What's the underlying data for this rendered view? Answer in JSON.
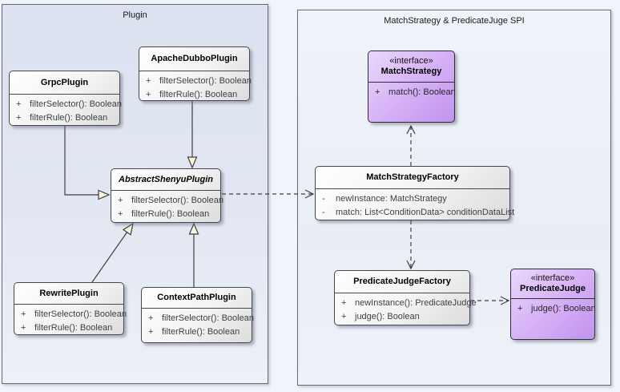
{
  "diagram": {
    "packages": {
      "plugin": {
        "title": "Plugin"
      },
      "spi": {
        "title": "MatchStrategy & PredicateJuge SPI"
      }
    },
    "classes": {
      "grpc": {
        "name": "GrpcPlugin",
        "members": [
          {
            "vis": "+",
            "text": "filterSelector(): Boolean"
          },
          {
            "vis": "+",
            "text": "filterRule(): Boolean"
          }
        ]
      },
      "apache_dubbo": {
        "name": "ApacheDubboPlugin",
        "members": [
          {
            "vis": "+",
            "text": "filterSelector(): Boolean"
          },
          {
            "vis": "+",
            "text": "filterRule(): Boolean"
          }
        ]
      },
      "abstract_shenyu": {
        "name": "AbstractShenyuPlugin",
        "abstract": true,
        "members": [
          {
            "vis": "+",
            "text": "filterSelector(): Boolean"
          },
          {
            "vis": "+",
            "text": "filterRule(): Boolean"
          }
        ]
      },
      "rewrite": {
        "name": "RewritePlugin",
        "members": [
          {
            "vis": "+",
            "text": "filterSelector(): Boolean"
          },
          {
            "vis": "+",
            "text": "filterRule(): Boolean"
          }
        ]
      },
      "context_path": {
        "name": "ContextPathPlugin",
        "members": [
          {
            "vis": "+",
            "text": "filterSelector(): Boolean"
          },
          {
            "vis": "+",
            "text": "filterRule(): Boolean"
          }
        ]
      },
      "match_strategy": {
        "stereotype": "«interface»",
        "name": "MatchStrategy",
        "members": [
          {
            "vis": "+",
            "text": "match(): Boolean"
          }
        ]
      },
      "match_strategy_factory": {
        "name": "MatchStrategyFactory",
        "members": [
          {
            "vis": "-",
            "text": "newInstance: MatchStrategy"
          },
          {
            "vis": "-",
            "text": "match: List<ConditionData> conditionDataList"
          }
        ]
      },
      "predicate_judge_factory": {
        "name": "PredicateJudgeFactory",
        "members": [
          {
            "vis": "+",
            "text": "newInstance(): PredicateJudge"
          },
          {
            "vis": "+",
            "text": "judge(): Boolean"
          }
        ]
      },
      "predicate_judge": {
        "stereotype": "«interface»",
        "name": "PredicateJudge",
        "members": [
          {
            "vis": "+",
            "text": "judge(): Boolean"
          }
        ]
      }
    },
    "relations": [
      {
        "from": "ApacheDubboPlugin",
        "to": "AbstractShenyuPlugin",
        "type": "generalization"
      },
      {
        "from": "GrpcPlugin",
        "to": "AbstractShenyuPlugin",
        "type": "generalization"
      },
      {
        "from": "RewritePlugin",
        "to": "AbstractShenyuPlugin",
        "type": "generalization"
      },
      {
        "from": "ContextPathPlugin",
        "to": "AbstractShenyuPlugin",
        "type": "generalization"
      },
      {
        "from": "AbstractShenyuPlugin",
        "to": "MatchStrategyFactory",
        "type": "dependency"
      },
      {
        "from": "MatchStrategyFactory",
        "to": "MatchStrategy",
        "type": "dependency"
      },
      {
        "from": "MatchStrategyFactory",
        "to": "PredicateJudgeFactory",
        "type": "dependency"
      },
      {
        "from": "PredicateJudgeFactory",
        "to": "PredicateJudge",
        "type": "dependency"
      }
    ],
    "colors": {
      "interface_fill": "#d7b2f6",
      "class_fill": "#ececec",
      "package_fill_left": "#dbe1ef",
      "package_fill_right": "#eef1f8",
      "line": "#3f3f3f",
      "generalization_arrow_fill": "#fcf4dd"
    }
  }
}
